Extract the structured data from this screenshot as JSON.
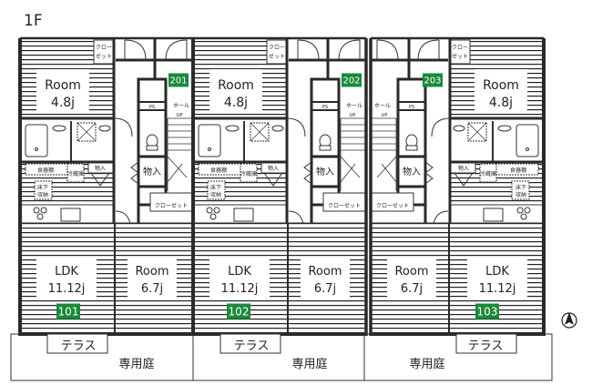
{
  "floor_label": "1F",
  "colors": {
    "badge": "#1a8a3a",
    "wall": "#2a2a2a",
    "line": "#333333"
  },
  "labels": {
    "closet_top_1": "クロー",
    "closet_top_2": "ゼット",
    "closet": "クローゼット",
    "storage": "物入",
    "ps": "PS",
    "hall": "ホール",
    "up": "UP",
    "cupboard": "食器棚",
    "fridge": "冷蔵庫",
    "underfloor_1": "床下",
    "underfloor_2": "収納",
    "terrace": "テラス",
    "garden": "専用庭"
  },
  "units": [
    {
      "upper_number": "201",
      "lower_number": "101",
      "room_small": {
        "name": "Room",
        "size": "4.8j"
      },
      "ldk": {
        "name": "LDK",
        "size": "11.12j"
      },
      "room_large": {
        "name": "Room",
        "size": "6.7j"
      }
    },
    {
      "upper_number": "202",
      "lower_number": "102",
      "room_small": {
        "name": "Room",
        "size": "4.8j"
      },
      "ldk": {
        "name": "LDK",
        "size": "11.12j"
      },
      "room_large": {
        "name": "Room",
        "size": "6.7j"
      }
    },
    {
      "upper_number": "203",
      "lower_number": "103",
      "room_small": {
        "name": "Room",
        "size": "4.8j"
      },
      "ldk": {
        "name": "LDK",
        "size": "11.12j"
      },
      "room_large": {
        "name": "Room",
        "size": "6.7j"
      }
    }
  ],
  "compass_icon": "north-arrow-icon"
}
